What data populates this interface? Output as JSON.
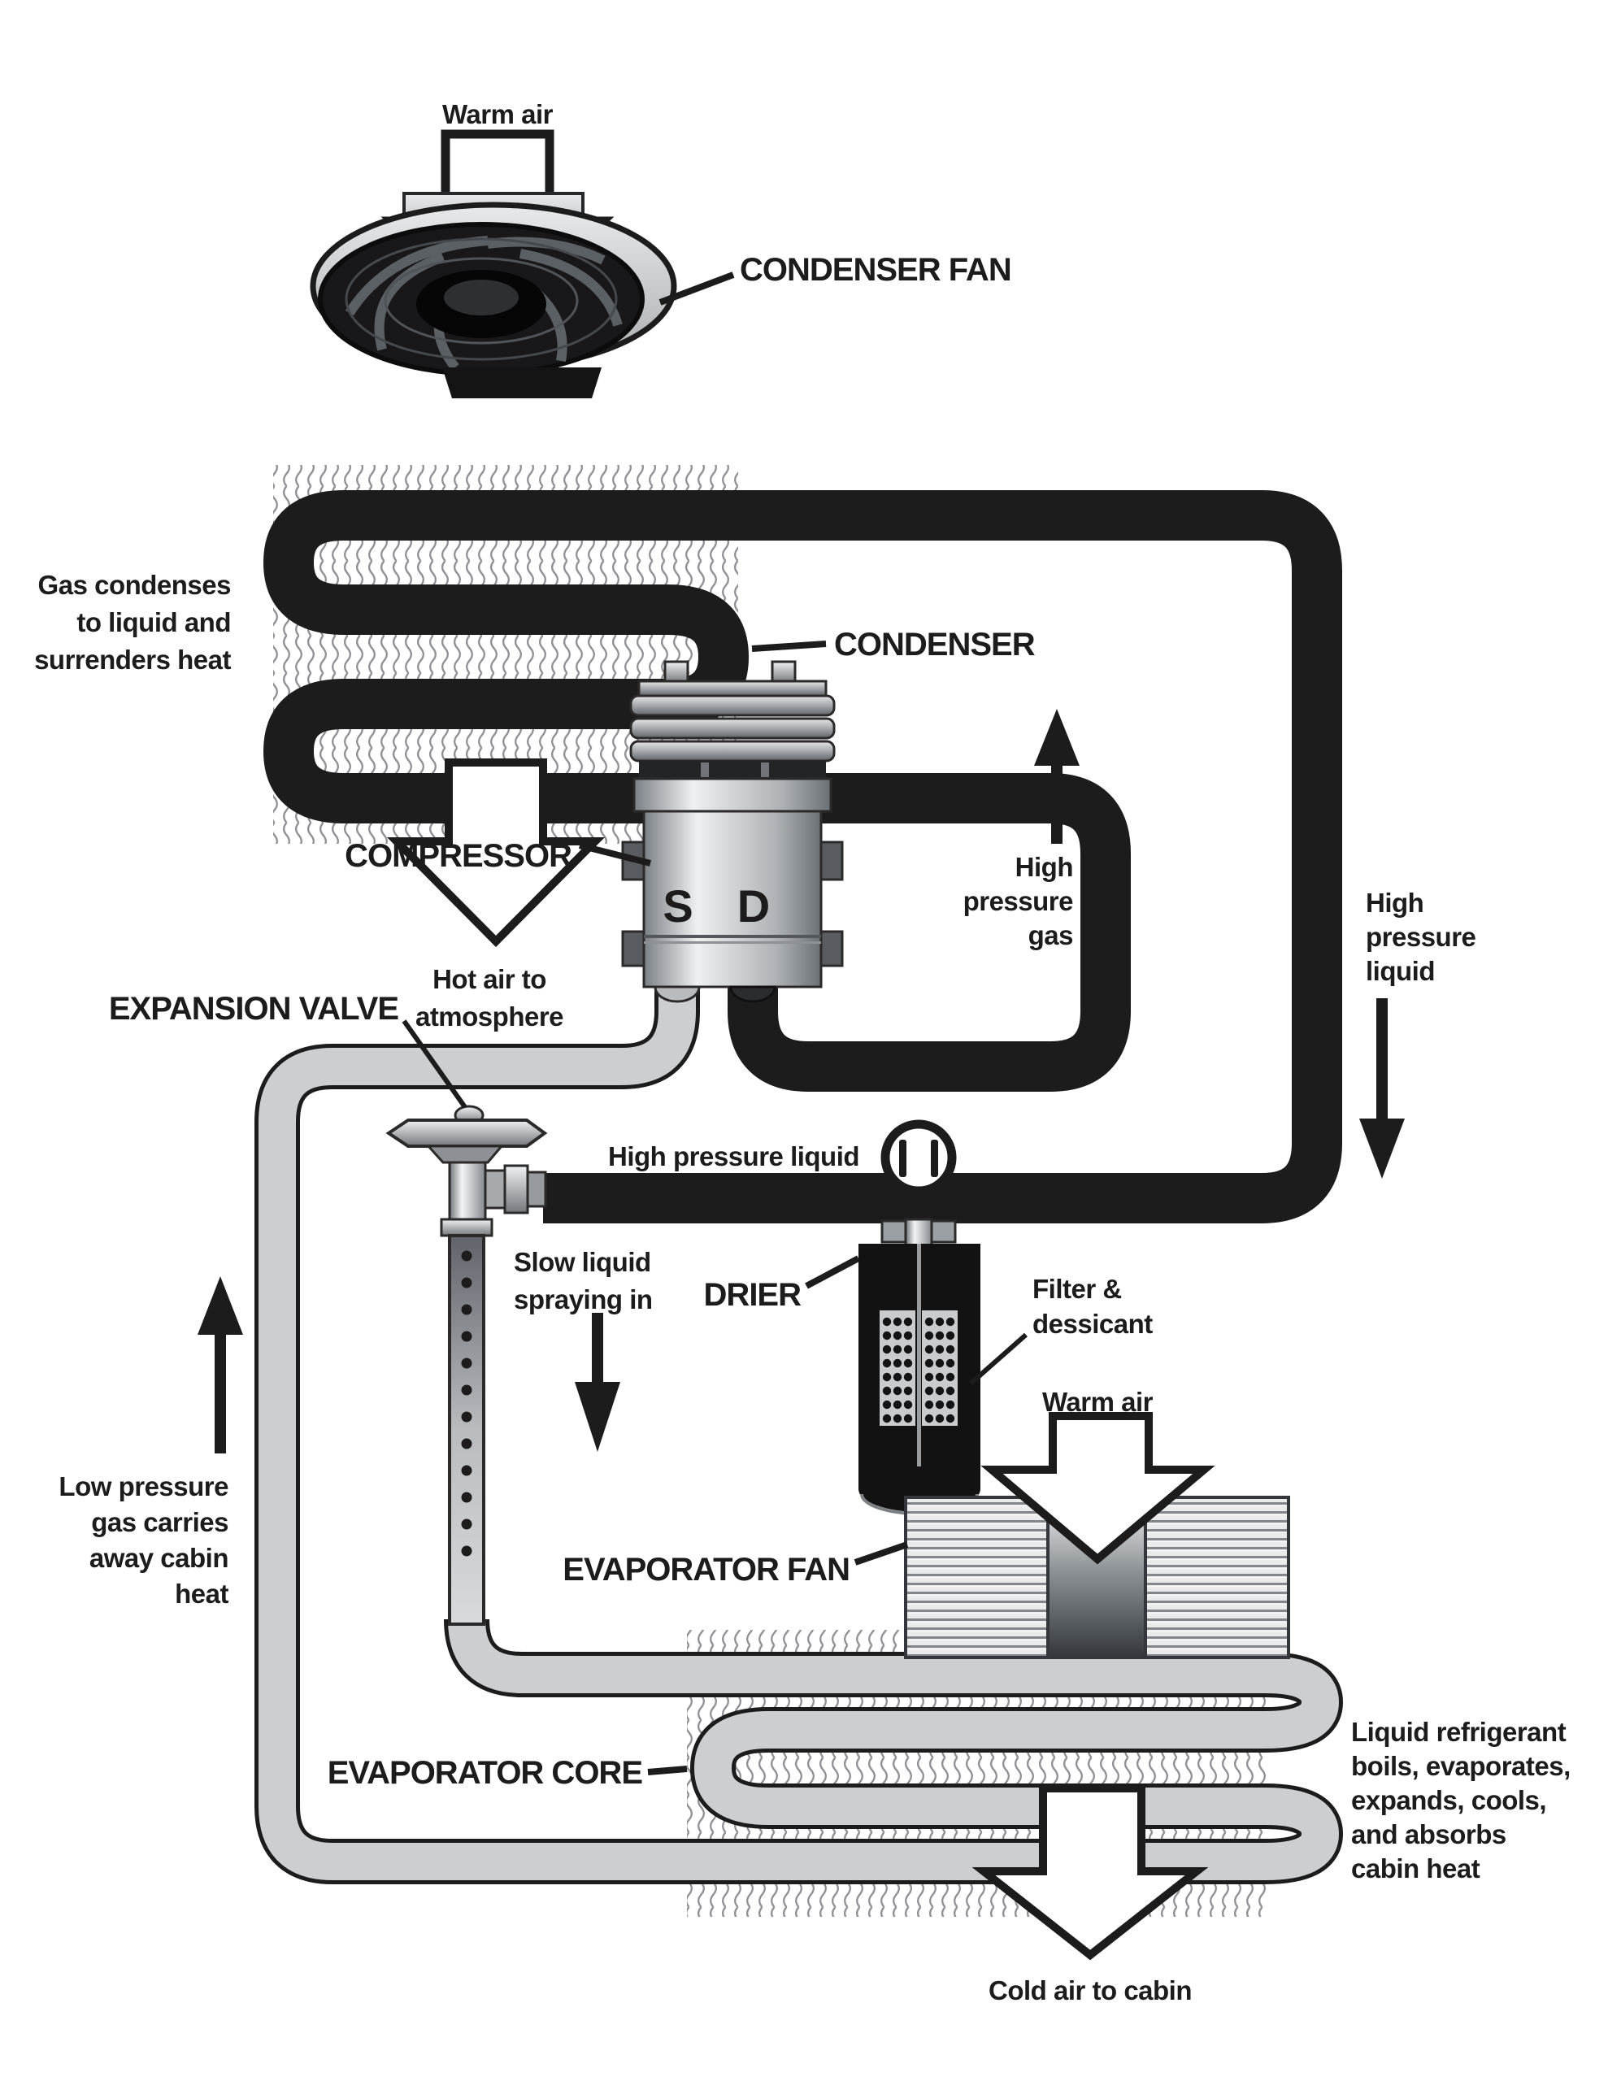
{
  "components": {
    "condenser_fan": "CONDENSER FAN",
    "condenser": "CONDENSER",
    "compressor": "COMPRESSOR",
    "expansion_valve": "EXPANSION VALVE",
    "drier": "DRIER",
    "evaporator_fan": "EVAPORATOR FAN",
    "evaporator_core": "EVAPORATOR CORE"
  },
  "ports": {
    "suction": "S",
    "discharge": "D"
  },
  "annotations": {
    "warm_air_top": "Warm air",
    "gas_condenses": [
      "Gas condenses",
      "to liquid and",
      "surrenders heat"
    ],
    "hot_air": [
      "Hot air to",
      "atmosphere"
    ],
    "high_pressure_gas": [
      "High",
      "pressure",
      "gas"
    ],
    "high_pressure_liquid_right": [
      "High",
      "pressure",
      "liquid"
    ],
    "high_pressure_liquid_mid": "High pressure liquid",
    "slow_liquid": [
      "Slow liquid",
      "spraying in"
    ],
    "low_pressure_gas": [
      "Low pressure",
      "gas carries",
      "away cabin",
      "heat"
    ],
    "filter_dessicant": [
      "Filter &",
      "dessicant"
    ],
    "warm_air_evap": "Warm air",
    "liquid_refrigerant": [
      "Liquid refrigerant",
      "boils, evaporates,",
      "expands, cools,",
      "and absorbs",
      "cabin heat"
    ],
    "cold_air": "Cold air to cabin"
  },
  "colors": {
    "pipe_black": "#1c1c1c",
    "pipe_gray": "#ccced0",
    "fin": "#8f9194",
    "background": "#ffffff"
  }
}
